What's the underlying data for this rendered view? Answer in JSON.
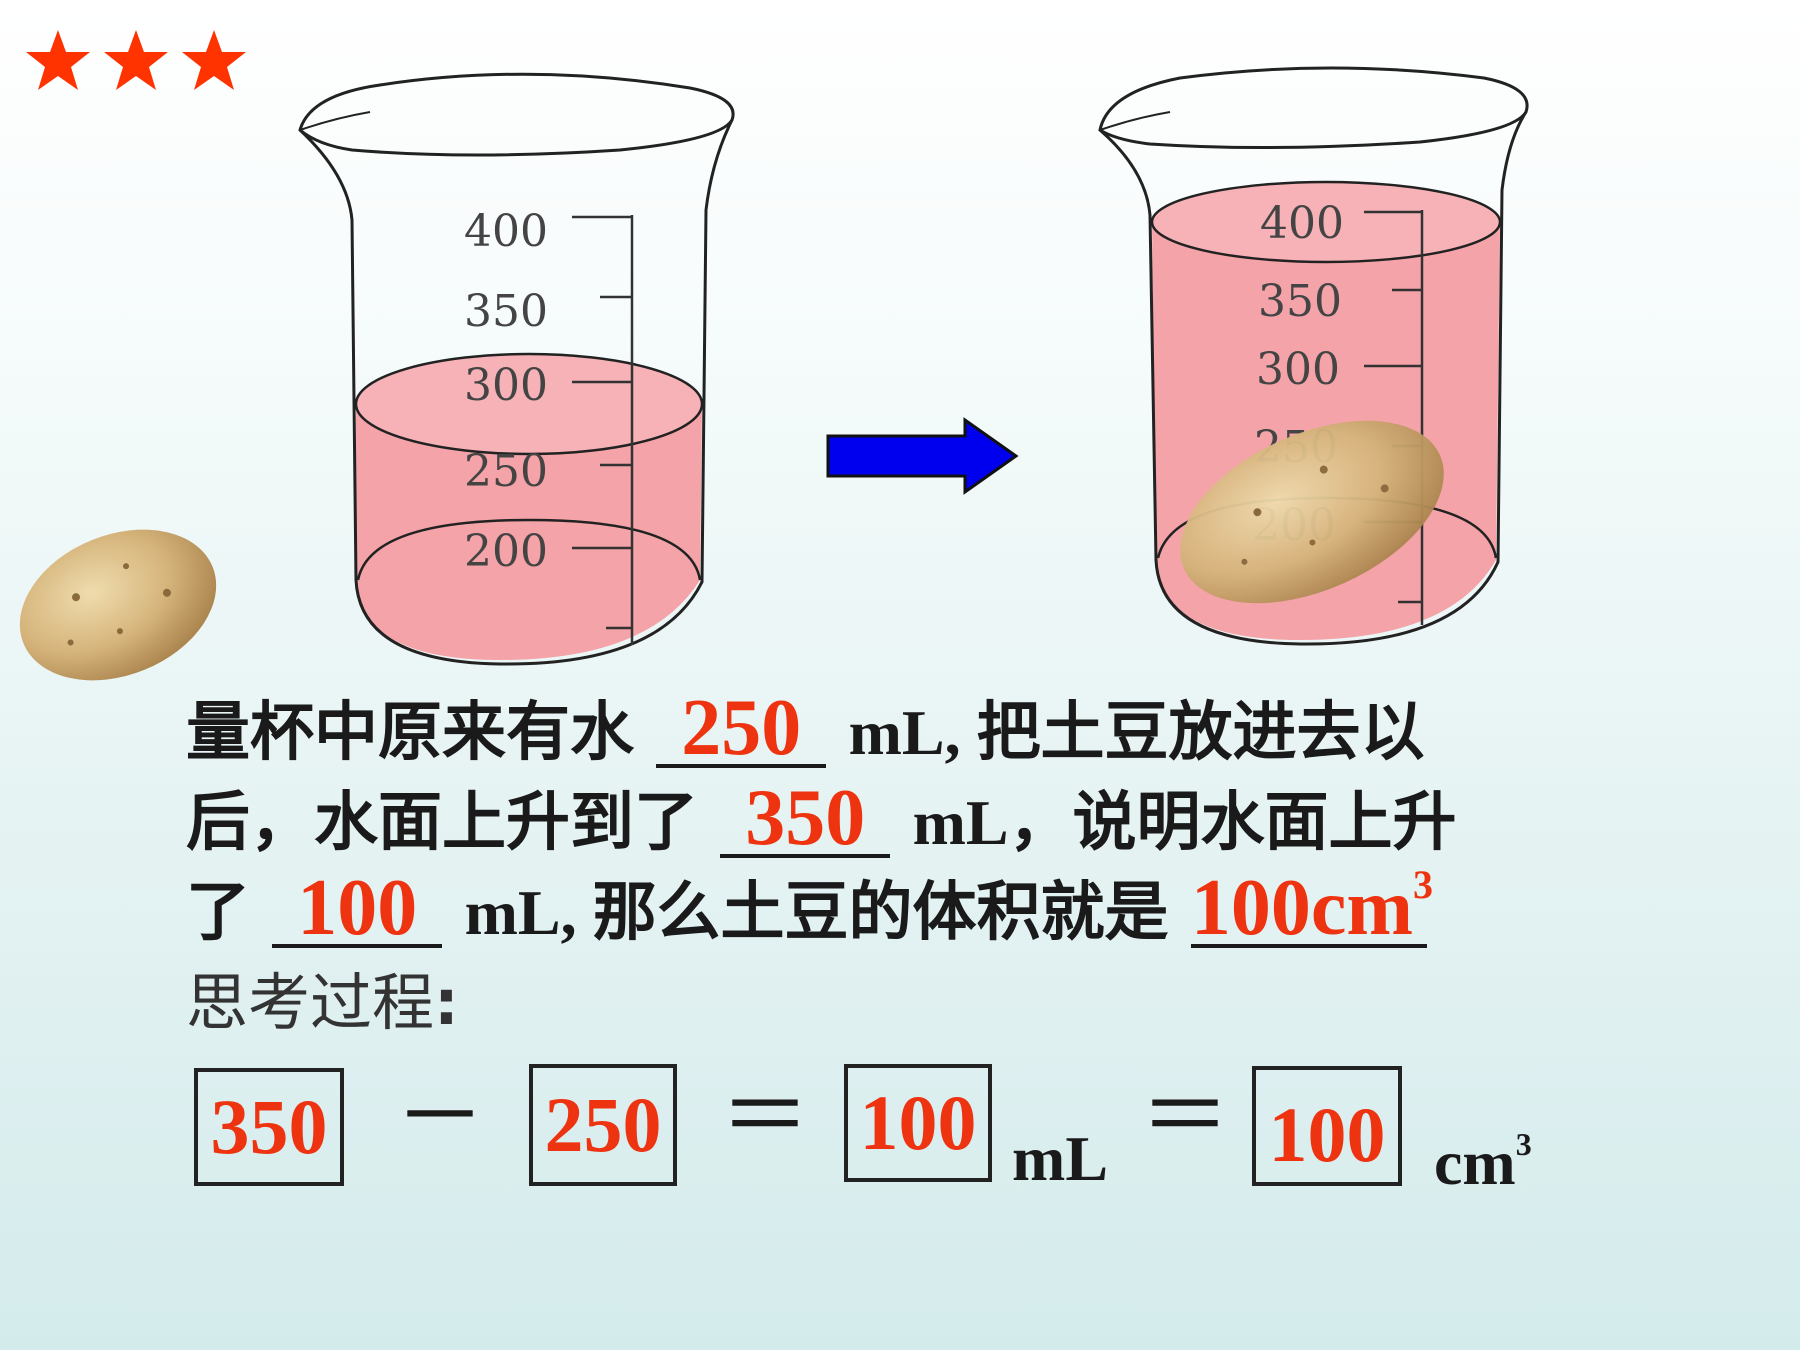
{
  "difficulty": {
    "stars": 3,
    "star_color": "#ff3300"
  },
  "beaker_left": {
    "ticks": [
      "400",
      "350",
      "300",
      "250",
      "200"
    ],
    "liquid_color": "#f4a3a8"
  },
  "beaker_right": {
    "ticks": [
      "400",
      "350",
      "300",
      "250",
      "200"
    ],
    "liquid_color": "#f4a3a8"
  },
  "arrow": {
    "color": "#0000ee",
    "icon": "right-arrow-icon"
  },
  "question": {
    "line1": {
      "text_a": "量杯中原来有水",
      "answer": "250",
      "text_b": "mL, 把土豆放进去以"
    },
    "line2": {
      "text_a": "后，水面上升到了",
      "answer": "350",
      "text_b": "mL，说明水面上升"
    },
    "line3": {
      "text_a": "了",
      "answer": "100",
      "text_b": "mL, 那么土豆的体积就是",
      "answer2": "100cm",
      "answer2_sup": "3"
    },
    "thinking_label": "思考过程",
    "thinking_colon": ":"
  },
  "equation": {
    "a": "350",
    "minus": "－",
    "b": "250",
    "equals1": "＝",
    "c": "100",
    "unit1": "mL",
    "equals2": "＝",
    "d": "100",
    "unit2": "cm",
    "unit2_sup": "3"
  },
  "answer_color": "#ee3311"
}
